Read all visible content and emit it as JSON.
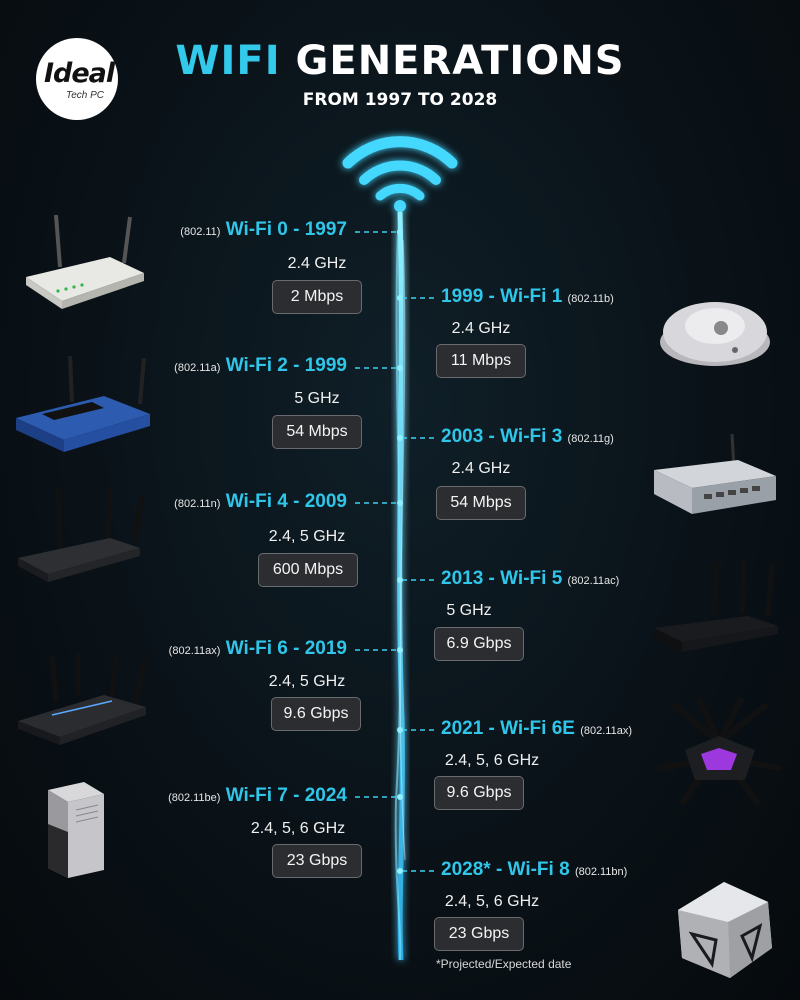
{
  "logo": {
    "brand": "Ideal",
    "sub": "Tech PC"
  },
  "title": {
    "accent": "WIFI",
    "rest": "GENERATIONS"
  },
  "subtitle": "FROM 1997 TO 2028",
  "generations": [
    {
      "standard": "(802.11)",
      "heading": "Wi-Fi 0 - 1997",
      "freq": "2.4 GHz",
      "speed": "2 Mbps"
    },
    {
      "standard": "(802.11b)",
      "heading": "1999 - Wi-Fi 1",
      "freq": "2.4 GHz",
      "speed": "11 Mbps"
    },
    {
      "standard": "(802.11a)",
      "heading": "Wi-Fi 2 - 1999",
      "freq": "5 GHz",
      "speed": "54 Mbps"
    },
    {
      "standard": "(802.11g)",
      "heading": "2003 - Wi-Fi 3",
      "freq": "2.4 GHz",
      "speed": "54 Mbps"
    },
    {
      "standard": "(802.11n)",
      "heading": "Wi-Fi 4 - 2009",
      "freq": "2.4, 5 GHz",
      "speed": "600 Mbps"
    },
    {
      "standard": "(802.11ac)",
      "heading": "2013 - Wi-Fi 5",
      "freq": "5 GHz",
      "speed": "6.9 Gbps"
    },
    {
      "standard": "(802.11ax)",
      "heading": "Wi-Fi 6 - 2019",
      "freq": "2.4, 5 GHz",
      "speed": "9.6 Gbps"
    },
    {
      "standard": "(802.11ax)",
      "heading": "2021 - Wi-Fi 6E",
      "freq": "2.4, 5, 6 GHz",
      "speed": "9.6 Gbps"
    },
    {
      "standard": "(802.11be)",
      "heading": "Wi-Fi 7 - 2024",
      "freq": "2.4, 5, 6 GHz",
      "speed": "23 Gbps"
    },
    {
      "standard": "(802.11bn)",
      "heading": "2028* - Wi-Fi 8",
      "freq": "2.4, 5, 6 GHz",
      "speed": "23 Gbps"
    }
  ],
  "footnote": "*Projected/Expected date",
  "colors": {
    "accent": "#33c9ea",
    "glow": "#45d8ff",
    "badge_bg": "#2c2d30",
    "background": "#0a1218"
  },
  "icons": [
    "wifi-signal-icon",
    "router-icon"
  ]
}
